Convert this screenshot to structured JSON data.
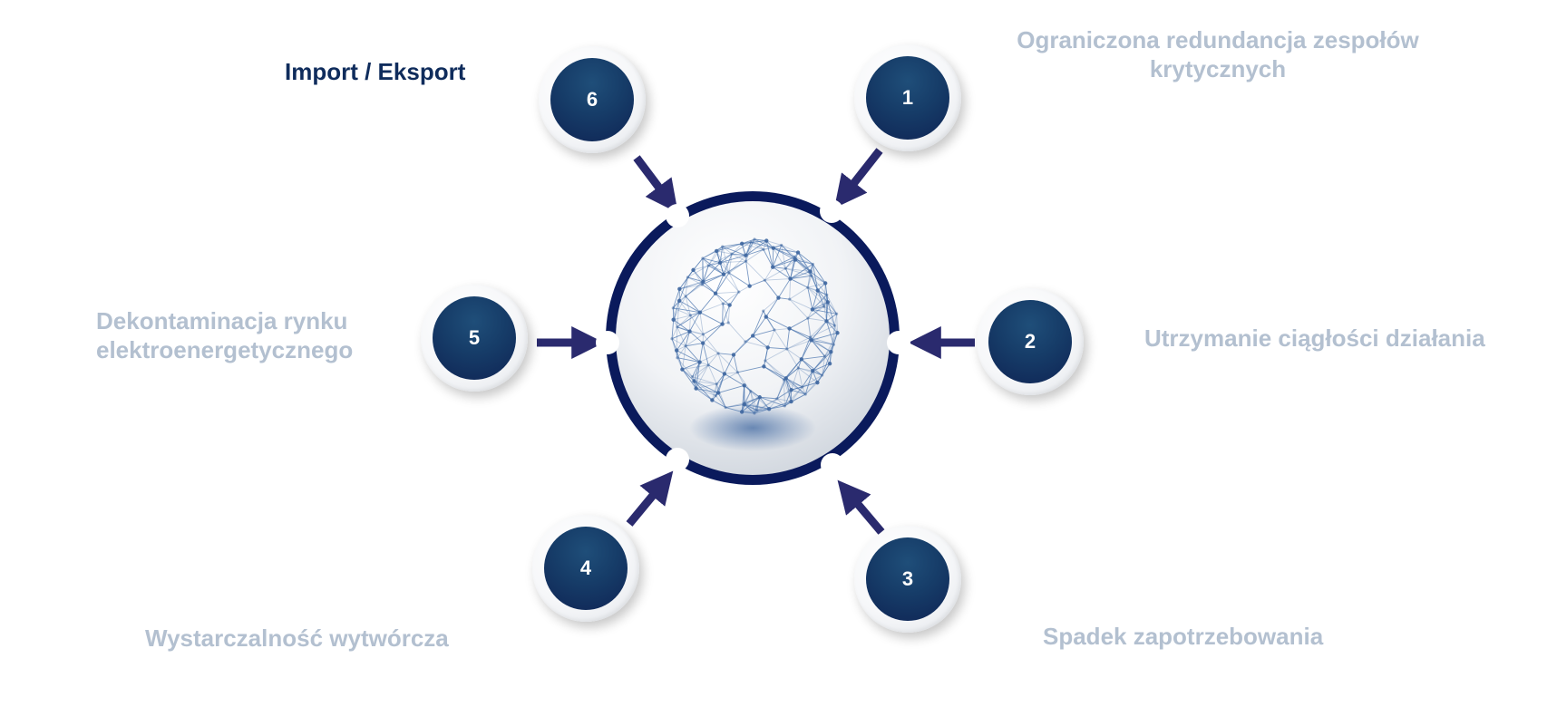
{
  "center": {
    "icon": "wireframe-globe-icon"
  },
  "colors": {
    "ring": "#0a1a5c",
    "node_fill": "#163c68",
    "arrow": "#2a2a6e",
    "active_label": "#0f2c5c",
    "inactive_label": "#b3c0d0"
  },
  "nodes": [
    {
      "number": "1",
      "label_lines": [
        "Ograniczona redundancja zespołów",
        "krytycznych"
      ],
      "active": false
    },
    {
      "number": "2",
      "label_lines": [
        "Utrzymanie ciągłości działania"
      ],
      "active": false
    },
    {
      "number": "3",
      "label_lines": [
        "Spadek zapotrzebowania"
      ],
      "active": false
    },
    {
      "number": "4",
      "label_lines": [
        "Wystarczalność wytwórcza"
      ],
      "active": false
    },
    {
      "number": "5",
      "label_lines": [
        "Dekontaminacja rynku",
        "elektroenergetycznego"
      ],
      "active": false
    },
    {
      "number": "6",
      "label_lines": [
        "Import / Eksport"
      ],
      "active": true
    }
  ]
}
